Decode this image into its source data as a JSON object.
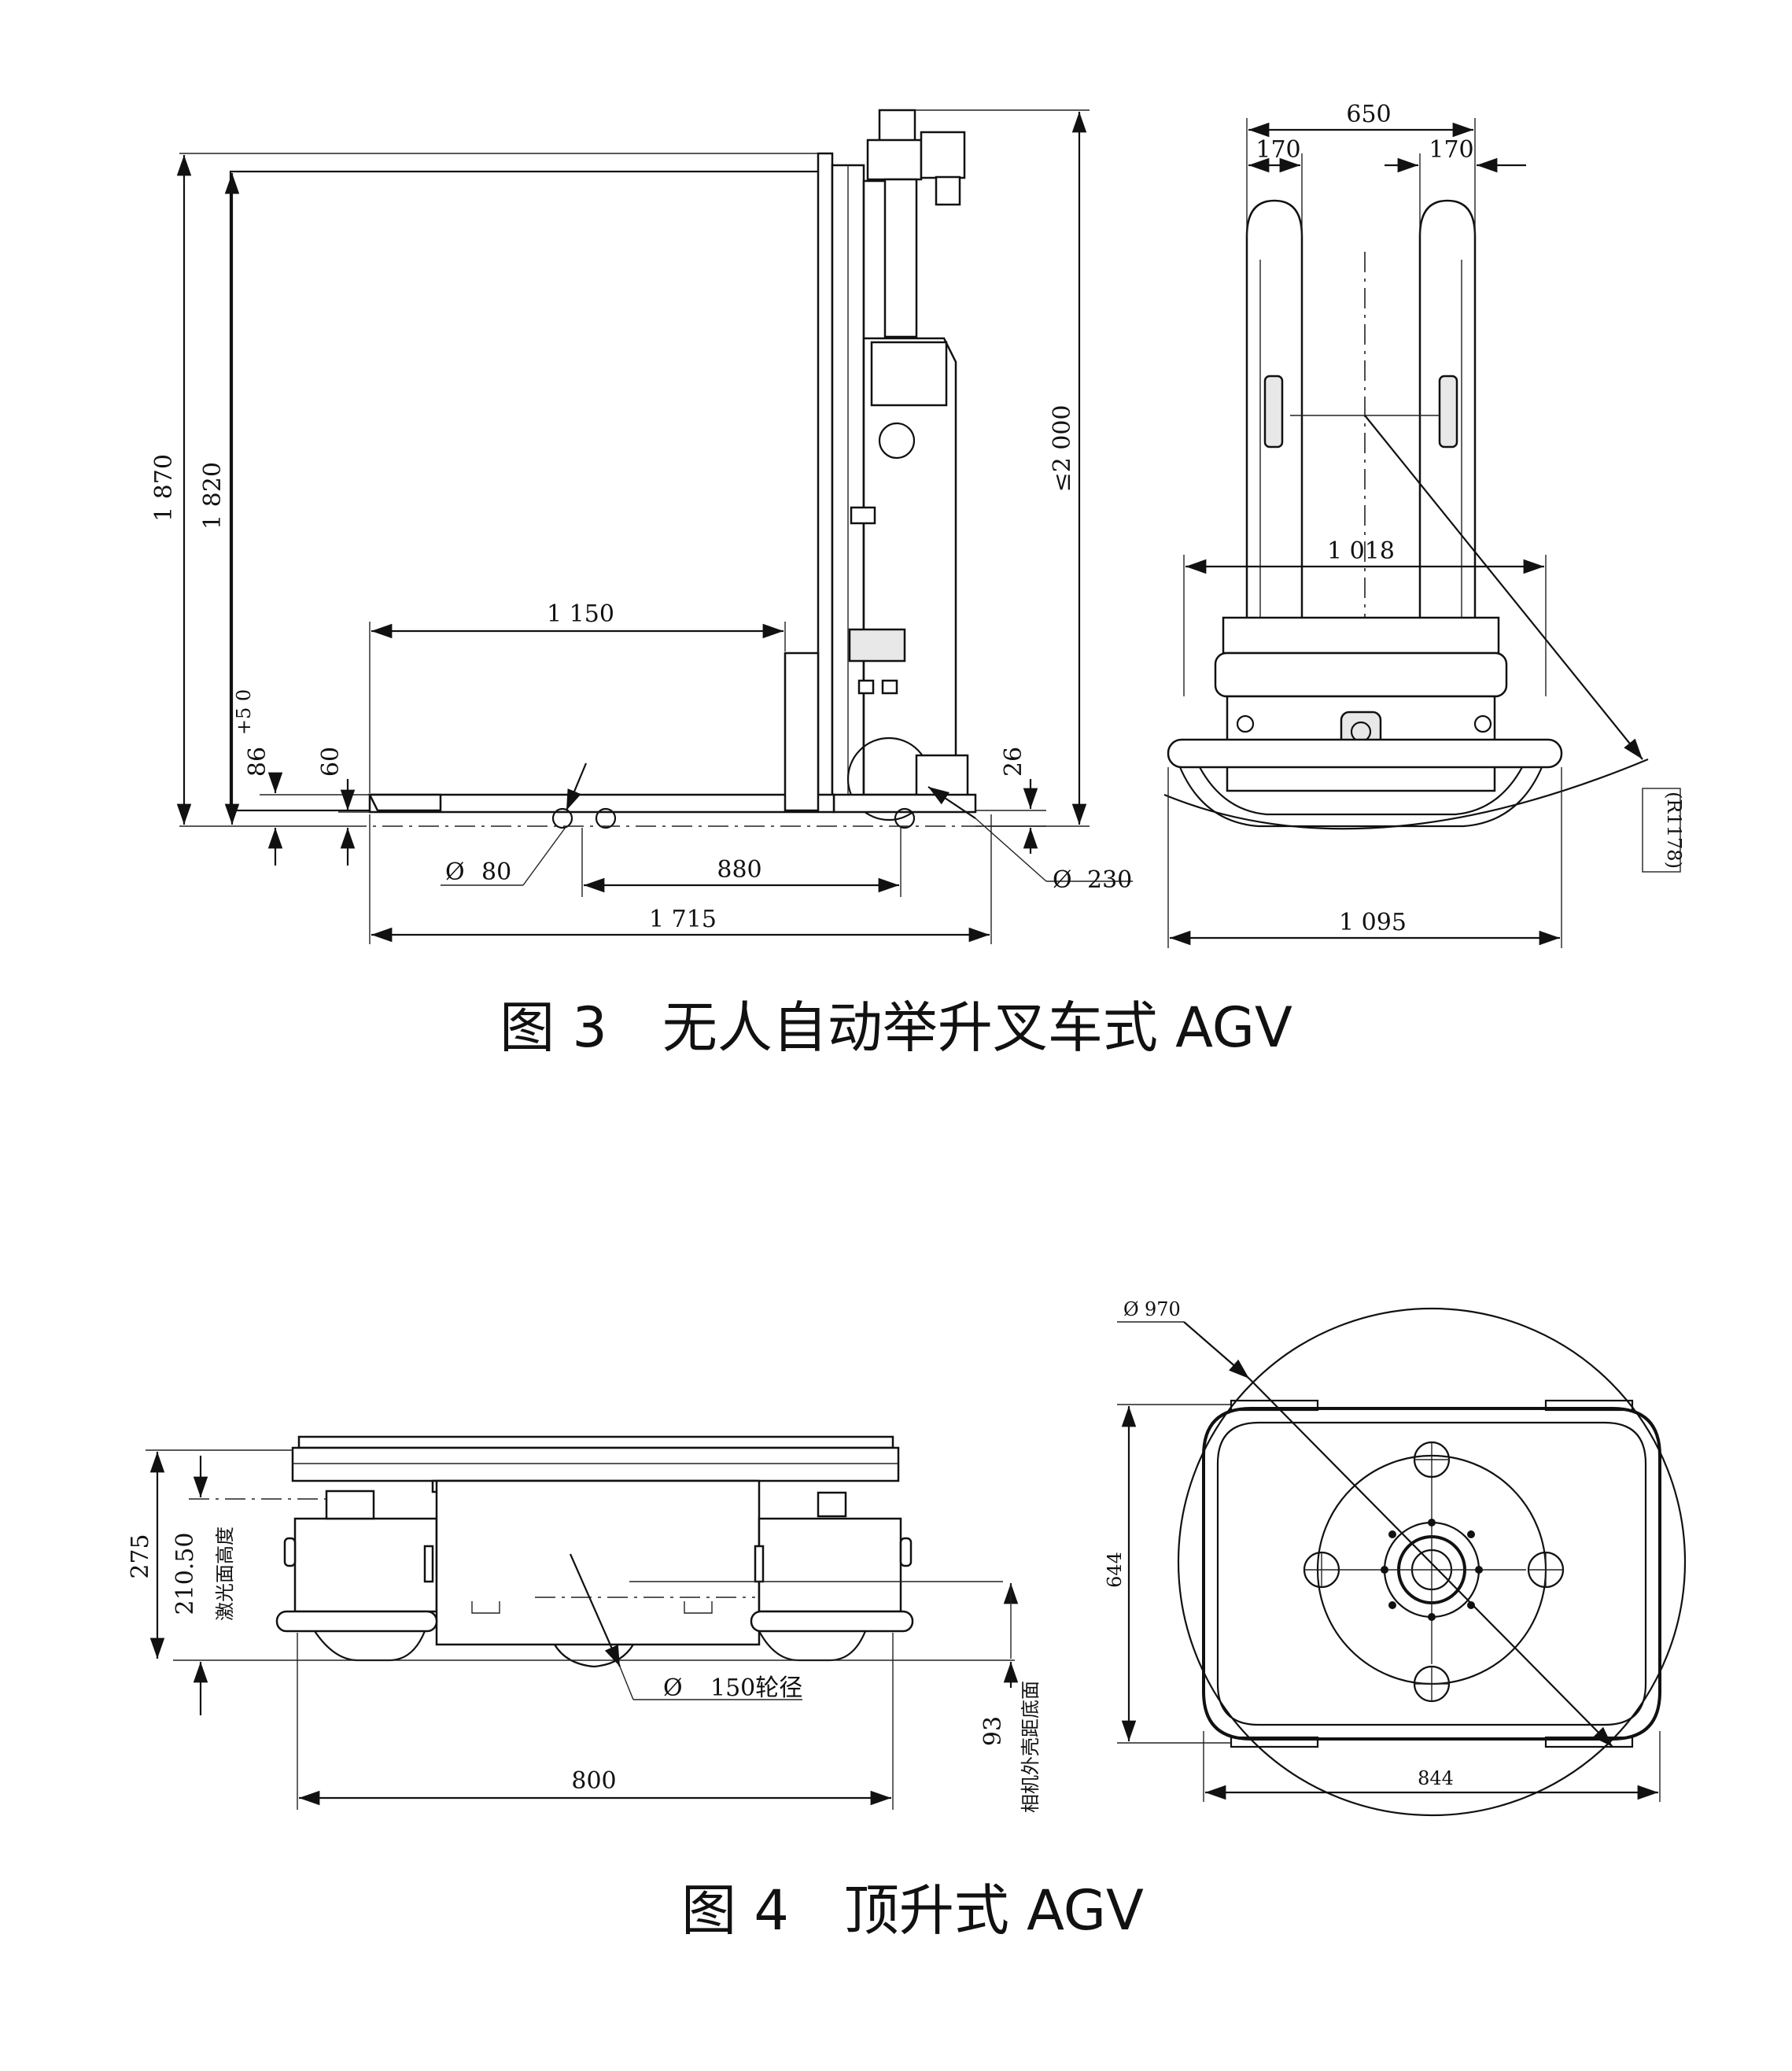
{
  "figure3": {
    "caption": "图 3　无人自动举升叉车式 AGV",
    "side_view": {
      "dim_1870": "1 870",
      "dim_1820": "1 820",
      "dim_1150": "1 150",
      "dim_86": "86",
      "dim_tol": "+5 0",
      "dim_60": "60",
      "dim_26": "26",
      "dim_2000": "≤2 000",
      "dim_phi80": "80",
      "dim_880": "880",
      "dim_1715": "1 715",
      "dim_phi230": "230"
    },
    "front_view": {
      "dim_650": "650",
      "dim_170_left": "170",
      "dim_170_right": "170",
      "dim_1018": "1 018",
      "dim_r1178": "(R1178)",
      "dim_1095": "1 095"
    }
  },
  "figure4": {
    "caption": "图 4　顶升式 AGV",
    "side_view": {
      "dim_275": "275",
      "dim_21050": "210.50",
      "label_laser": "激光面高度",
      "dim_phi150": "150轮径",
      "dim_93": "93",
      "label_camera": "相机外壳距底面",
      "dim_800": "800"
    },
    "top_view": {
      "dim_phi970": "970",
      "dim_644": "644",
      "dim_844": "844"
    }
  },
  "symbols": {
    "diameter": "Ø"
  }
}
